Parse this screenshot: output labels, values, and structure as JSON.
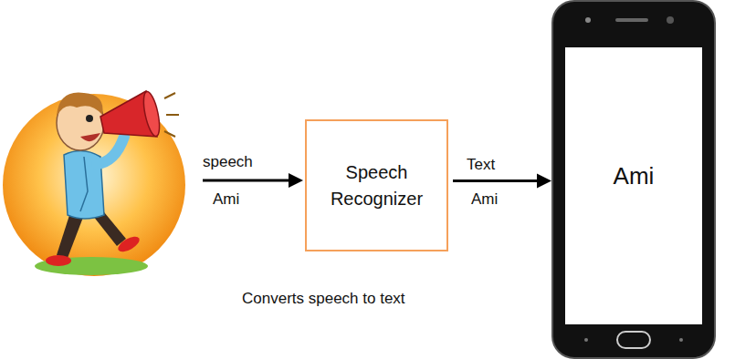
{
  "diagram": {
    "nodes": [
      {
        "text": [
          "Speech Recognizer"
        ]
      },
      {
        "text": [
          "Ami"
        ]
      }
    ],
    "edges": [
      {
        "from": 0,
        "to": 1,
        "arrow": "to",
        "label": "Text"
      }
    ],
    "labels": [
      "speech",
      "Ami",
      "Ami",
      "Converts speech to text"
    ]
  }
}
